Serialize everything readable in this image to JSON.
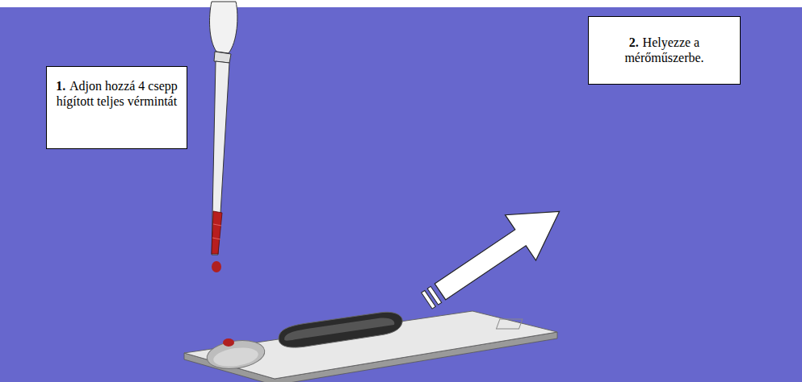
{
  "diagram": {
    "nodes": [
      {
        "text": [
          "1.",
          "Adjon hozzá 4 csepp hígított teljes vérmintát"
        ]
      },
      {
        "text": [
          "2.",
          "Helyezze a mérőműszerbe."
        ]
      }
    ]
  }
}
